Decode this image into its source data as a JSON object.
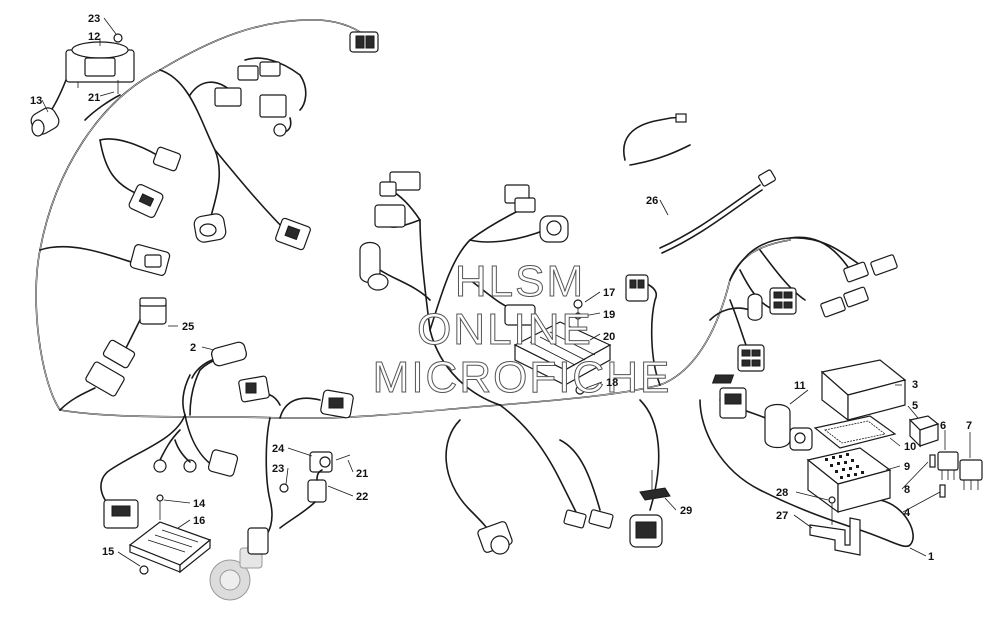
{
  "watermark": {
    "line1": "HLSM",
    "line2": "ONLINE",
    "line3": "MICROFICHE"
  },
  "callouts": [
    {
      "id": "c23a",
      "text": "23"
    },
    {
      "id": "c12",
      "text": "12"
    },
    {
      "id": "c13",
      "text": "13"
    },
    {
      "id": "c21a",
      "text": "21"
    },
    {
      "id": "c26",
      "text": "26"
    },
    {
      "id": "c25",
      "text": "25"
    },
    {
      "id": "c2",
      "text": "2"
    },
    {
      "id": "c17",
      "text": "17"
    },
    {
      "id": "c19",
      "text": "19"
    },
    {
      "id": "c20",
      "text": "20"
    },
    {
      "id": "c18",
      "text": "18"
    },
    {
      "id": "c3",
      "text": "3"
    },
    {
      "id": "c5",
      "text": "5"
    },
    {
      "id": "c11",
      "text": "11"
    },
    {
      "id": "c6",
      "text": "6"
    },
    {
      "id": "c7",
      "text": "7"
    },
    {
      "id": "c10",
      "text": "10"
    },
    {
      "id": "c9",
      "text": "9"
    },
    {
      "id": "c8",
      "text": "8"
    },
    {
      "id": "c4",
      "text": "4"
    },
    {
      "id": "c28",
      "text": "28"
    },
    {
      "id": "c27",
      "text": "27"
    },
    {
      "id": "c1",
      "text": "1"
    },
    {
      "id": "c29",
      "text": "29"
    },
    {
      "id": "c24",
      "text": "24"
    },
    {
      "id": "c23b",
      "text": "23"
    },
    {
      "id": "c21b",
      "text": "21"
    },
    {
      "id": "c22",
      "text": "22"
    },
    {
      "id": "c14",
      "text": "14"
    },
    {
      "id": "c16",
      "text": "16"
    },
    {
      "id": "c15",
      "text": "15"
    }
  ]
}
